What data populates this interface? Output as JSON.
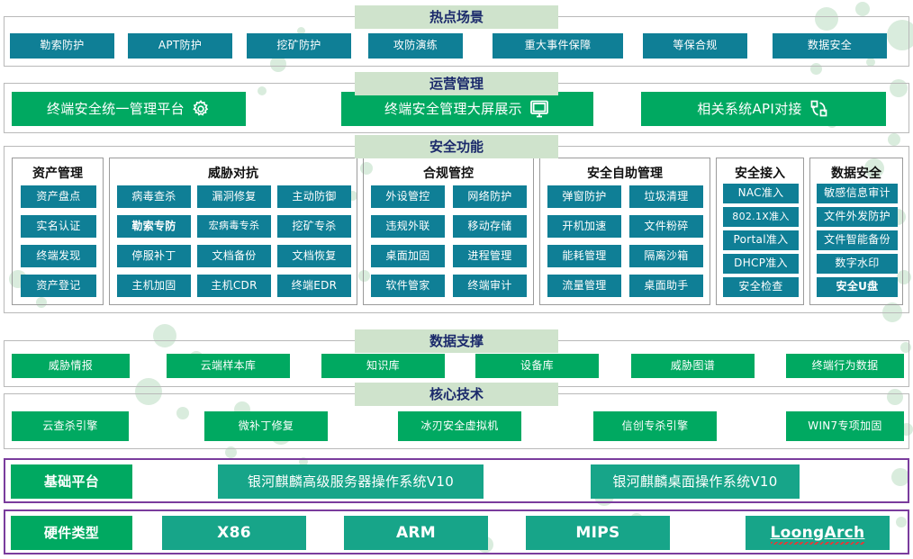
{
  "sections": [
    {
      "key": "hot_scenes",
      "title": "热点场景",
      "items": [
        {
          "label": "勒索防护"
        },
        {
          "label": "APT防护"
        },
        {
          "label": "挖矿防护"
        },
        {
          "label": "攻防演练"
        },
        {
          "label": "重大事件保障"
        },
        {
          "label": "等保合规"
        },
        {
          "label": "数据安全"
        }
      ]
    },
    {
      "key": "operation_management",
      "title": "运营管理",
      "items": [
        {
          "label": "终端安全统一管理平台",
          "icon": "gear-icon"
        },
        {
          "label": "终端安全管理大屏展示",
          "icon": "monitor-icon"
        },
        {
          "label": "相关系统API对接",
          "icon": "sync-icon"
        }
      ]
    },
    {
      "key": "security_functions",
      "title": "安全功能",
      "groups": [
        {
          "name": "资产管理",
          "items": [
            {
              "label": "资产盘点"
            },
            {
              "label": "实名认证"
            },
            {
              "label": "终端发现"
            },
            {
              "label": "资产登记"
            }
          ]
        },
        {
          "name": "威胁对抗",
          "items": [
            {
              "label": "病毒查杀"
            },
            {
              "label": "漏洞修复"
            },
            {
              "label": "主动防御"
            },
            {
              "label": "勒索专防",
              "bold": true
            },
            {
              "label": "宏病毒专杀"
            },
            {
              "label": "挖矿专杀"
            },
            {
              "label": "停服补丁"
            },
            {
              "label": "文档备份"
            },
            {
              "label": "文档恢复"
            },
            {
              "label": "主机加固"
            },
            {
              "label": "主机CDR"
            },
            {
              "label": "终端EDR"
            }
          ]
        },
        {
          "name": "合规管控",
          "items": [
            {
              "label": "外设管控"
            },
            {
              "label": "网络防护"
            },
            {
              "label": "违规外联"
            },
            {
              "label": "移动存储"
            },
            {
              "label": "桌面加固"
            },
            {
              "label": "进程管理"
            },
            {
              "label": "软件管家"
            },
            {
              "label": "终端审计"
            }
          ]
        },
        {
          "name": "安全自助管理",
          "items": [
            {
              "label": "弹窗防护"
            },
            {
              "label": "垃圾清理"
            },
            {
              "label": "开机加速"
            },
            {
              "label": "文件粉碎"
            },
            {
              "label": "能耗管理"
            },
            {
              "label": "隔离沙箱"
            },
            {
              "label": "流量管理"
            },
            {
              "label": "桌面助手"
            }
          ]
        },
        {
          "name": "安全接入",
          "items": [
            {
              "label": "NAC准入"
            },
            {
              "label": "802.1X准入"
            },
            {
              "label": "Portal准入"
            },
            {
              "label": "DHCP准入"
            },
            {
              "label": "安全检查"
            }
          ]
        },
        {
          "name": "数据安全",
          "items": [
            {
              "label": "敏感信息审计"
            },
            {
              "label": "文件外发防护"
            },
            {
              "label": "文件智能备份"
            },
            {
              "label": "数字水印"
            },
            {
              "label": "安全U盘",
              "bold": true
            }
          ]
        }
      ]
    },
    {
      "key": "data_support",
      "title": "数据支撑",
      "items": [
        {
          "label": "威胁情报"
        },
        {
          "label": "云端样本库"
        },
        {
          "label": "知识库"
        },
        {
          "label": "设备库"
        },
        {
          "label": "威胁图谱"
        },
        {
          "label": "终端行为数据"
        }
      ]
    },
    {
      "key": "core_technology",
      "title": "核心技术",
      "items": [
        {
          "label": "云查杀引擎"
        },
        {
          "label": "微补丁修复"
        },
        {
          "label": "冰刃安全虚拟机"
        },
        {
          "label": "信创专杀引擎"
        },
        {
          "label": "WIN7专项加固"
        }
      ]
    },
    {
      "key": "base_platform",
      "items": [
        {
          "label": "基础平台"
        },
        {
          "label": "银河麒麟高级服务器操作系统V10"
        },
        {
          "label": "银河麒麟桌面操作系统V10"
        }
      ]
    },
    {
      "key": "hardware_type",
      "items": [
        {
          "label": "硬件类型"
        },
        {
          "label": "X86"
        },
        {
          "label": "ARM"
        },
        {
          "label": "MIPS"
        },
        {
          "label": "LoongArch",
          "spellcheck_flag": true
        }
      ]
    }
  ],
  "colors": {
    "teal_chip": "#0f7f96",
    "green_chip": "#00a961",
    "teal_green_chip": "#17a589",
    "section_title_bg": "#cfe3cc",
    "section_title_text": "#1b2a6b",
    "section_border": "#b9b9b9",
    "purple_border": "#7a3c9d",
    "bubble": "#d9ecdd"
  }
}
